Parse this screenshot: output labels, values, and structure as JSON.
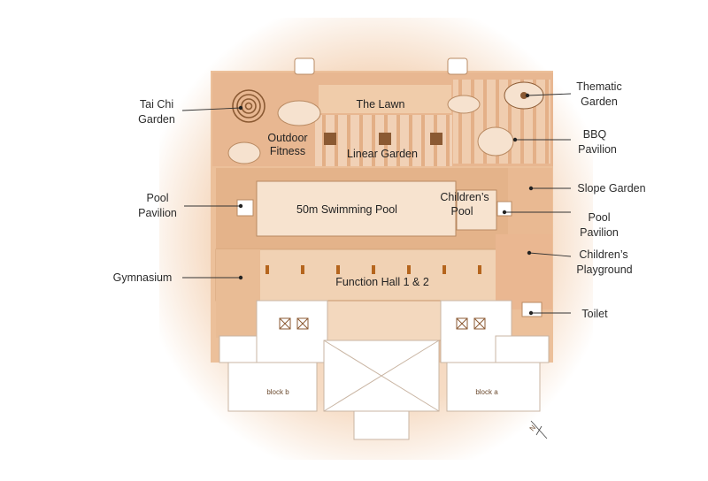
{
  "labels": {
    "tai_chi_1": "Tai Chi",
    "tai_chi_2": "Garden",
    "pool_pavilion_left_1": "Pool",
    "pool_pavilion_left_2": "Pavilion",
    "gymnasium": "Gymnasium",
    "thematic_1": "Thematic",
    "thematic_2": "Garden",
    "bbq_1": "BBQ",
    "bbq_2": "Pavilion",
    "slope_garden": "Slope Garden",
    "pool_pavilion_right_1": "Pool",
    "pool_pavilion_right_2": "Pavilion",
    "childrens_playground_1": "Children’s",
    "childrens_playground_2": "Playground",
    "toilet": "Toilet"
  },
  "areas": {
    "the_lawn": "The Lawn",
    "outdoor_fitness_1": "Outdoor",
    "outdoor_fitness_2": "Fitness",
    "linear_garden": "Linear Garden",
    "swimming_pool": "50m Swimming Pool",
    "childrens_pool_1": "Children’s",
    "childrens_pool_2": "Pool",
    "function_hall": "Function Hall 1 & 2",
    "block_b": "block b",
    "block_a": "block a"
  },
  "compass": {
    "letter": "N"
  },
  "colors": {
    "ground": "#ecc09a",
    "ground_light": "#f5dcc3",
    "podium": "#f1d2b4",
    "deck": "#e4b38a",
    "pool": "#f7e3cf",
    "building": "#ffffff",
    "outline": "#b98a62"
  }
}
